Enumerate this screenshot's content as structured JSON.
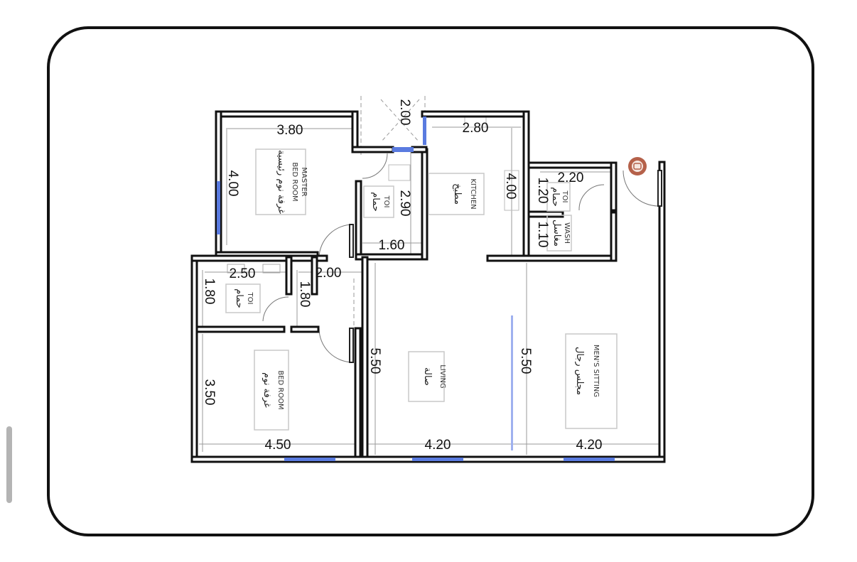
{
  "rooms": {
    "master": {
      "en_line1": "MASTER",
      "en_line2": "BED ROOM",
      "ar": "غرفة نوم رئيسية"
    },
    "toilet1": {
      "en": "TOI",
      "ar": "حمام"
    },
    "kitchen": {
      "en": "KITCHEN",
      "ar": "مطبخ"
    },
    "toilet2": {
      "en": "TOI",
      "ar": "حمام"
    },
    "wash": {
      "en": "WASH",
      "ar": "مغاسل"
    },
    "toilet3": {
      "en": "TOI",
      "ar": "حمام"
    },
    "bedroom": {
      "en": "BED ROOM",
      "ar": "غرفة نوم"
    },
    "living": {
      "en": "LIVING",
      "ar": "صالة"
    },
    "mens_sitting": {
      "en": "MEN'S SITTING",
      "ar": "مجلس رجال"
    }
  },
  "dimensions": {
    "master_width": "3.80",
    "master_height": "4.00",
    "corridor_top": "2.00",
    "kitchen_width": "2.80",
    "kitchen_height": "4.00",
    "toilet1_height": "2.90",
    "toilet1_width": "1.60",
    "toilet2_width": "2.20",
    "toilet2_height": "1.20",
    "wash_height": "1.10",
    "toilet3_width": "2.50",
    "toilet3_height": "1.80",
    "corridor_height": "1.80",
    "corridor_width": "2.00",
    "bedroom_height": "3.50",
    "bedroom_width": "4.50",
    "living_height": "5.50",
    "living_width": "4.20",
    "sitting_height": "5.50",
    "sitting_width": "4.20"
  },
  "colors": {
    "wall": "#111111",
    "window": "#3b5bd6",
    "dimline": "#888888",
    "entry_marker": "#b5614a"
  },
  "icons": {
    "entry_marker": "entrance-marker-icon"
  }
}
